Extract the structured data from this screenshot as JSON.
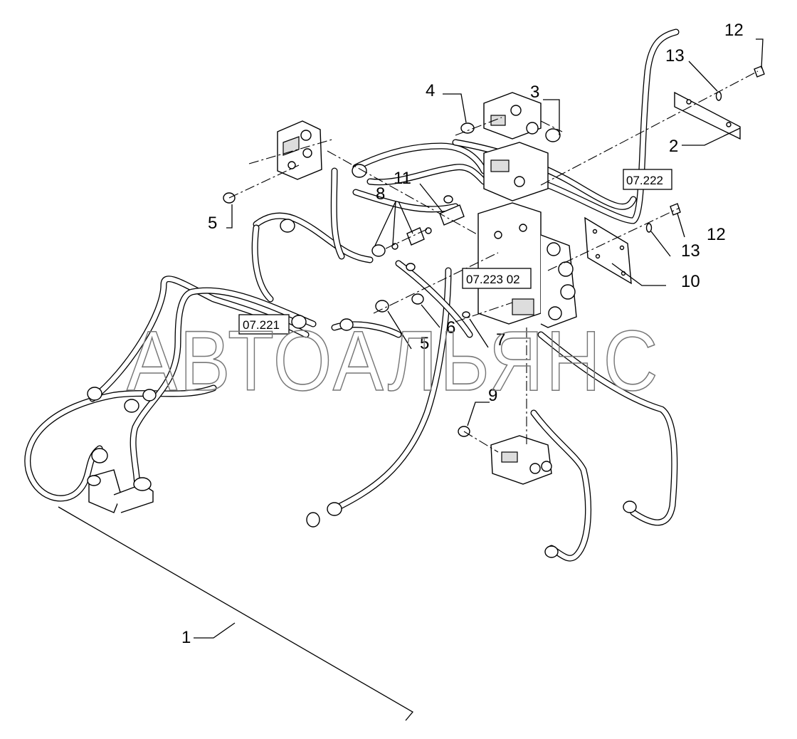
{
  "callouts": {
    "c1": "1",
    "c2": "2",
    "c3": "3",
    "c4": "4",
    "c5a": "5",
    "c5b": "5",
    "c6": "6",
    "c7": "7",
    "c8": "8",
    "c9": "9",
    "c10": "10",
    "c11": "11",
    "c12a": "12",
    "c12b": "12",
    "c13a": "13",
    "c13b": "13"
  },
  "refs": {
    "r07221": "07.221",
    "r07222": "07.222",
    "r0722302": "07.223 02"
  },
  "watermark": "АВТОАЛЬЯНС"
}
